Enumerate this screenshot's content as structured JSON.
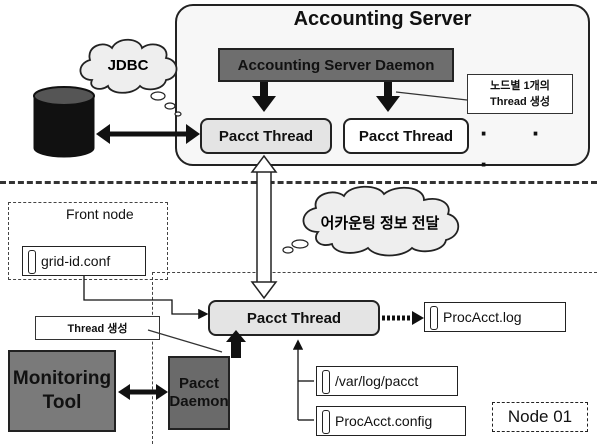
{
  "server": {
    "title": "Accounting Server",
    "daemon": "Accounting Server Daemon",
    "thread_left": "Pacct Thread",
    "thread_right": "Pacct Thread",
    "dots": "· · ·",
    "callout": "노드별 1개의\nThread 생성"
  },
  "jdbc": {
    "label": "JDBC"
  },
  "transfer": {
    "label": "어카운팅 정보 전달"
  },
  "front": {
    "label": "Front node",
    "file": "grid-id.conf"
  },
  "node": {
    "thread": "Pacct Thread",
    "log_file": "ProcAcct.log",
    "pacct_file": "/var/log/pacct",
    "config_file": "ProcAcct.config",
    "thread_callout": "Thread 생성",
    "daemon": "Pacct Daemon",
    "label": "Node 01"
  },
  "monitoring": {
    "label": "Monitoring Tool"
  },
  "colors": {
    "dark_fill": "#6e6e6e",
    "light_fill": "#e4e4e4"
  },
  "icons": [
    "database-icon",
    "cloud-icon",
    "file-icon",
    "arrow-icon"
  ]
}
